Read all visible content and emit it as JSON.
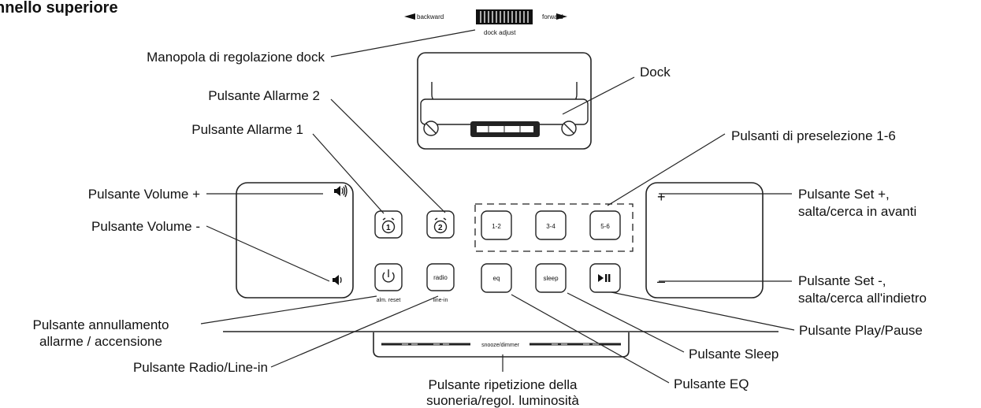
{
  "heading": "nnello superiore",
  "dock_adjust": {
    "backward": "backward",
    "forward": "forward",
    "caption": "dock adjust"
  },
  "buttons": {
    "preset_1": "1-2",
    "preset_2": "3-4",
    "preset_3": "5-6",
    "eq": "eq",
    "sleep": "sleep",
    "radio": "radio",
    "radio_sub": "line-in",
    "power_sub": "alm. reset",
    "set_plus": "+",
    "set_minus": "–",
    "snooze": "snooze/dimmer"
  },
  "callouts": {
    "dock_knob": "Manopola di regolazione dock",
    "dock": "Dock",
    "alarm2": "Pulsante Allarme 2",
    "alarm1": "Pulsante Allarme 1",
    "presets": "Pulsanti di preselezione 1-6",
    "vol_plus": "Pulsante Volume +",
    "vol_minus": "Pulsante Volume -",
    "set_plus_1": "Pulsante Set +,",
    "set_plus_2": "salta/cerca in avanti",
    "set_minus_1": "Pulsante Set -,",
    "set_minus_2": "salta/cerca all'indietro",
    "alarm_reset_1": "Pulsante annullamento",
    "alarm_reset_2": "allarme / accensione",
    "play_pause": "Pulsante Play/Pause",
    "radio_linein": "Pulsante Radio/Line-in",
    "sleep": "Pulsante Sleep",
    "eq": "Pulsante EQ",
    "snooze_1": "Pulsante ripetizione della",
    "snooze_2": "suoneria/regol. luminosità"
  },
  "icons": [
    "alarm-1-icon",
    "alarm-2-icon",
    "power-icon",
    "volume-up-icon",
    "volume-down-icon",
    "play-pause-icon",
    "dock-connector-icon"
  ]
}
